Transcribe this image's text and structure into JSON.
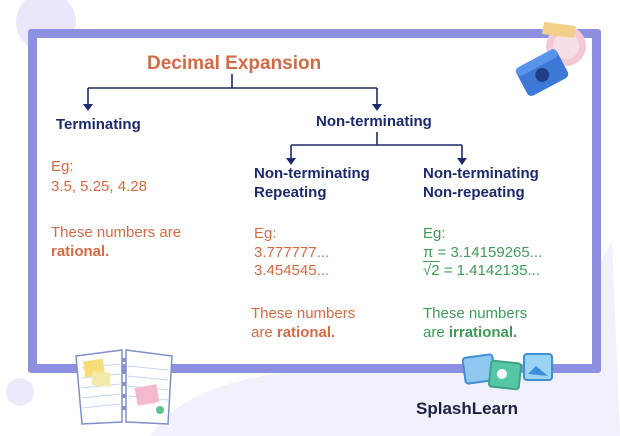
{
  "title": "Decimal Expansion",
  "terminating": {
    "label": "Terminating",
    "eg_label": "Eg:",
    "eg_values": "3.5, 5.25, 4.28",
    "note_line1": "These numbers are",
    "note_bold": "rational."
  },
  "non_terminating": {
    "label": "Non-terminating",
    "repeating": {
      "label_line1": "Non-terminating",
      "label_line2": "Repeating",
      "eg_label": "Eg:",
      "eg_value1": "3.777777...",
      "eg_value2": "3.454545...",
      "note_line1": "These numbers",
      "note_line2_prefix": "are ",
      "note_bold": "rational."
    },
    "non_repeating": {
      "label_line1": "Non-terminating",
      "label_line2": "Non-repeating",
      "eg_label": "Eg:",
      "eg_value1": "π = 3.14159265...",
      "eg_value2_radical": "√2",
      "eg_value2_rest": " = 1.4142135...",
      "note_line1": "These numbers",
      "note_line2_prefix": "are ",
      "note_bold": "irrational."
    }
  },
  "brand": "SplashLearn",
  "colors": {
    "frame": "#8d8fe0",
    "title": "#d06b45",
    "heading": "#1c2a6b",
    "rational": "#d06b45",
    "irrational": "#3f9a58"
  }
}
